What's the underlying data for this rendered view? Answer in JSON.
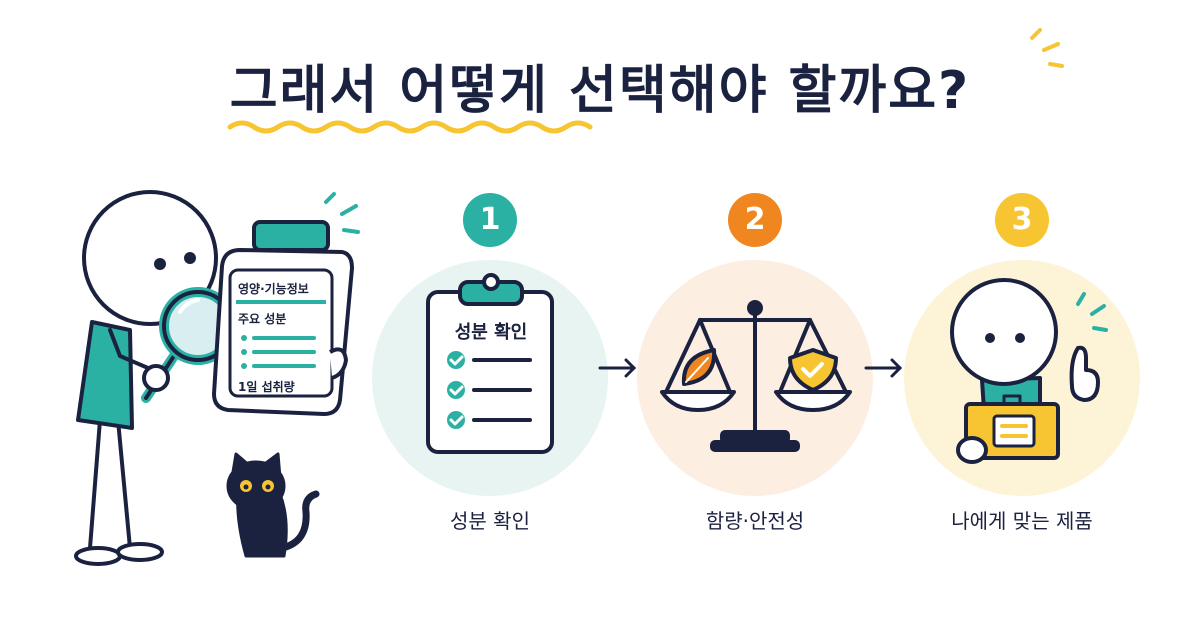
{
  "title": "그래서 어떻게 선택해야 할까요?",
  "colors": {
    "ink": "#1b2240",
    "teal": "#2bb1a3",
    "orange": "#f0861f",
    "yellow": "#f6c531",
    "bg_step1": "#e7f4f2",
    "bg_step2": "#fdeee2",
    "bg_step3": "#fdf3d6"
  },
  "bottle": {
    "label_title": "영양·기능정보",
    "main_ingredients": "주요 성분",
    "daily_intake": "1일 섭취량"
  },
  "steps": [
    {
      "number": "1",
      "label": "성분 확인",
      "card_title": "성분 확인",
      "icon": "clipboard-checklist-icon"
    },
    {
      "number": "2",
      "label": "함량·안전성",
      "icon": "balance-scale-icon"
    },
    {
      "number": "3",
      "label": "나에게 맞는 제품",
      "icon": "person-thumbs-up-box-icon"
    }
  ]
}
